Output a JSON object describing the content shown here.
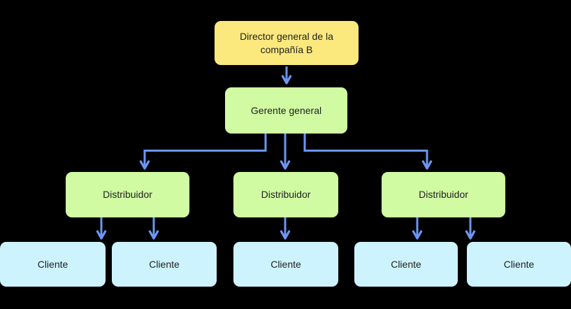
{
  "diagram": {
    "background_color": "#000000",
    "text_color": "#212121",
    "connector_color": "#6b96f2",
    "node_colors": {
      "director_fill": "#fce97e",
      "manager_fill": "#d0fba3",
      "client_fill": "#cdf3fe"
    }
  },
  "nodes": {
    "director": {
      "label": "Director general de la compañía B",
      "fill": "#fce97e"
    },
    "gerente": {
      "label": "Gerente general",
      "fill": "#d0fba3"
    },
    "distribuidor_1": {
      "label": "Distribuidor",
      "fill": "#d0fba3"
    },
    "distribuidor_2": {
      "label": "Distribuidor",
      "fill": "#d0fba3"
    },
    "distribuidor_3": {
      "label": "Distribuidor",
      "fill": "#d0fba3"
    },
    "cliente_1": {
      "label": "Cliente",
      "fill": "#cdf3fe"
    },
    "cliente_2": {
      "label": "Cliente",
      "fill": "#cdf3fe"
    },
    "cliente_3": {
      "label": "Cliente",
      "fill": "#cdf3fe"
    },
    "cliente_4": {
      "label": "Cliente",
      "fill": "#cdf3fe"
    },
    "cliente_5": {
      "label": "Cliente",
      "fill": "#cdf3fe"
    }
  }
}
